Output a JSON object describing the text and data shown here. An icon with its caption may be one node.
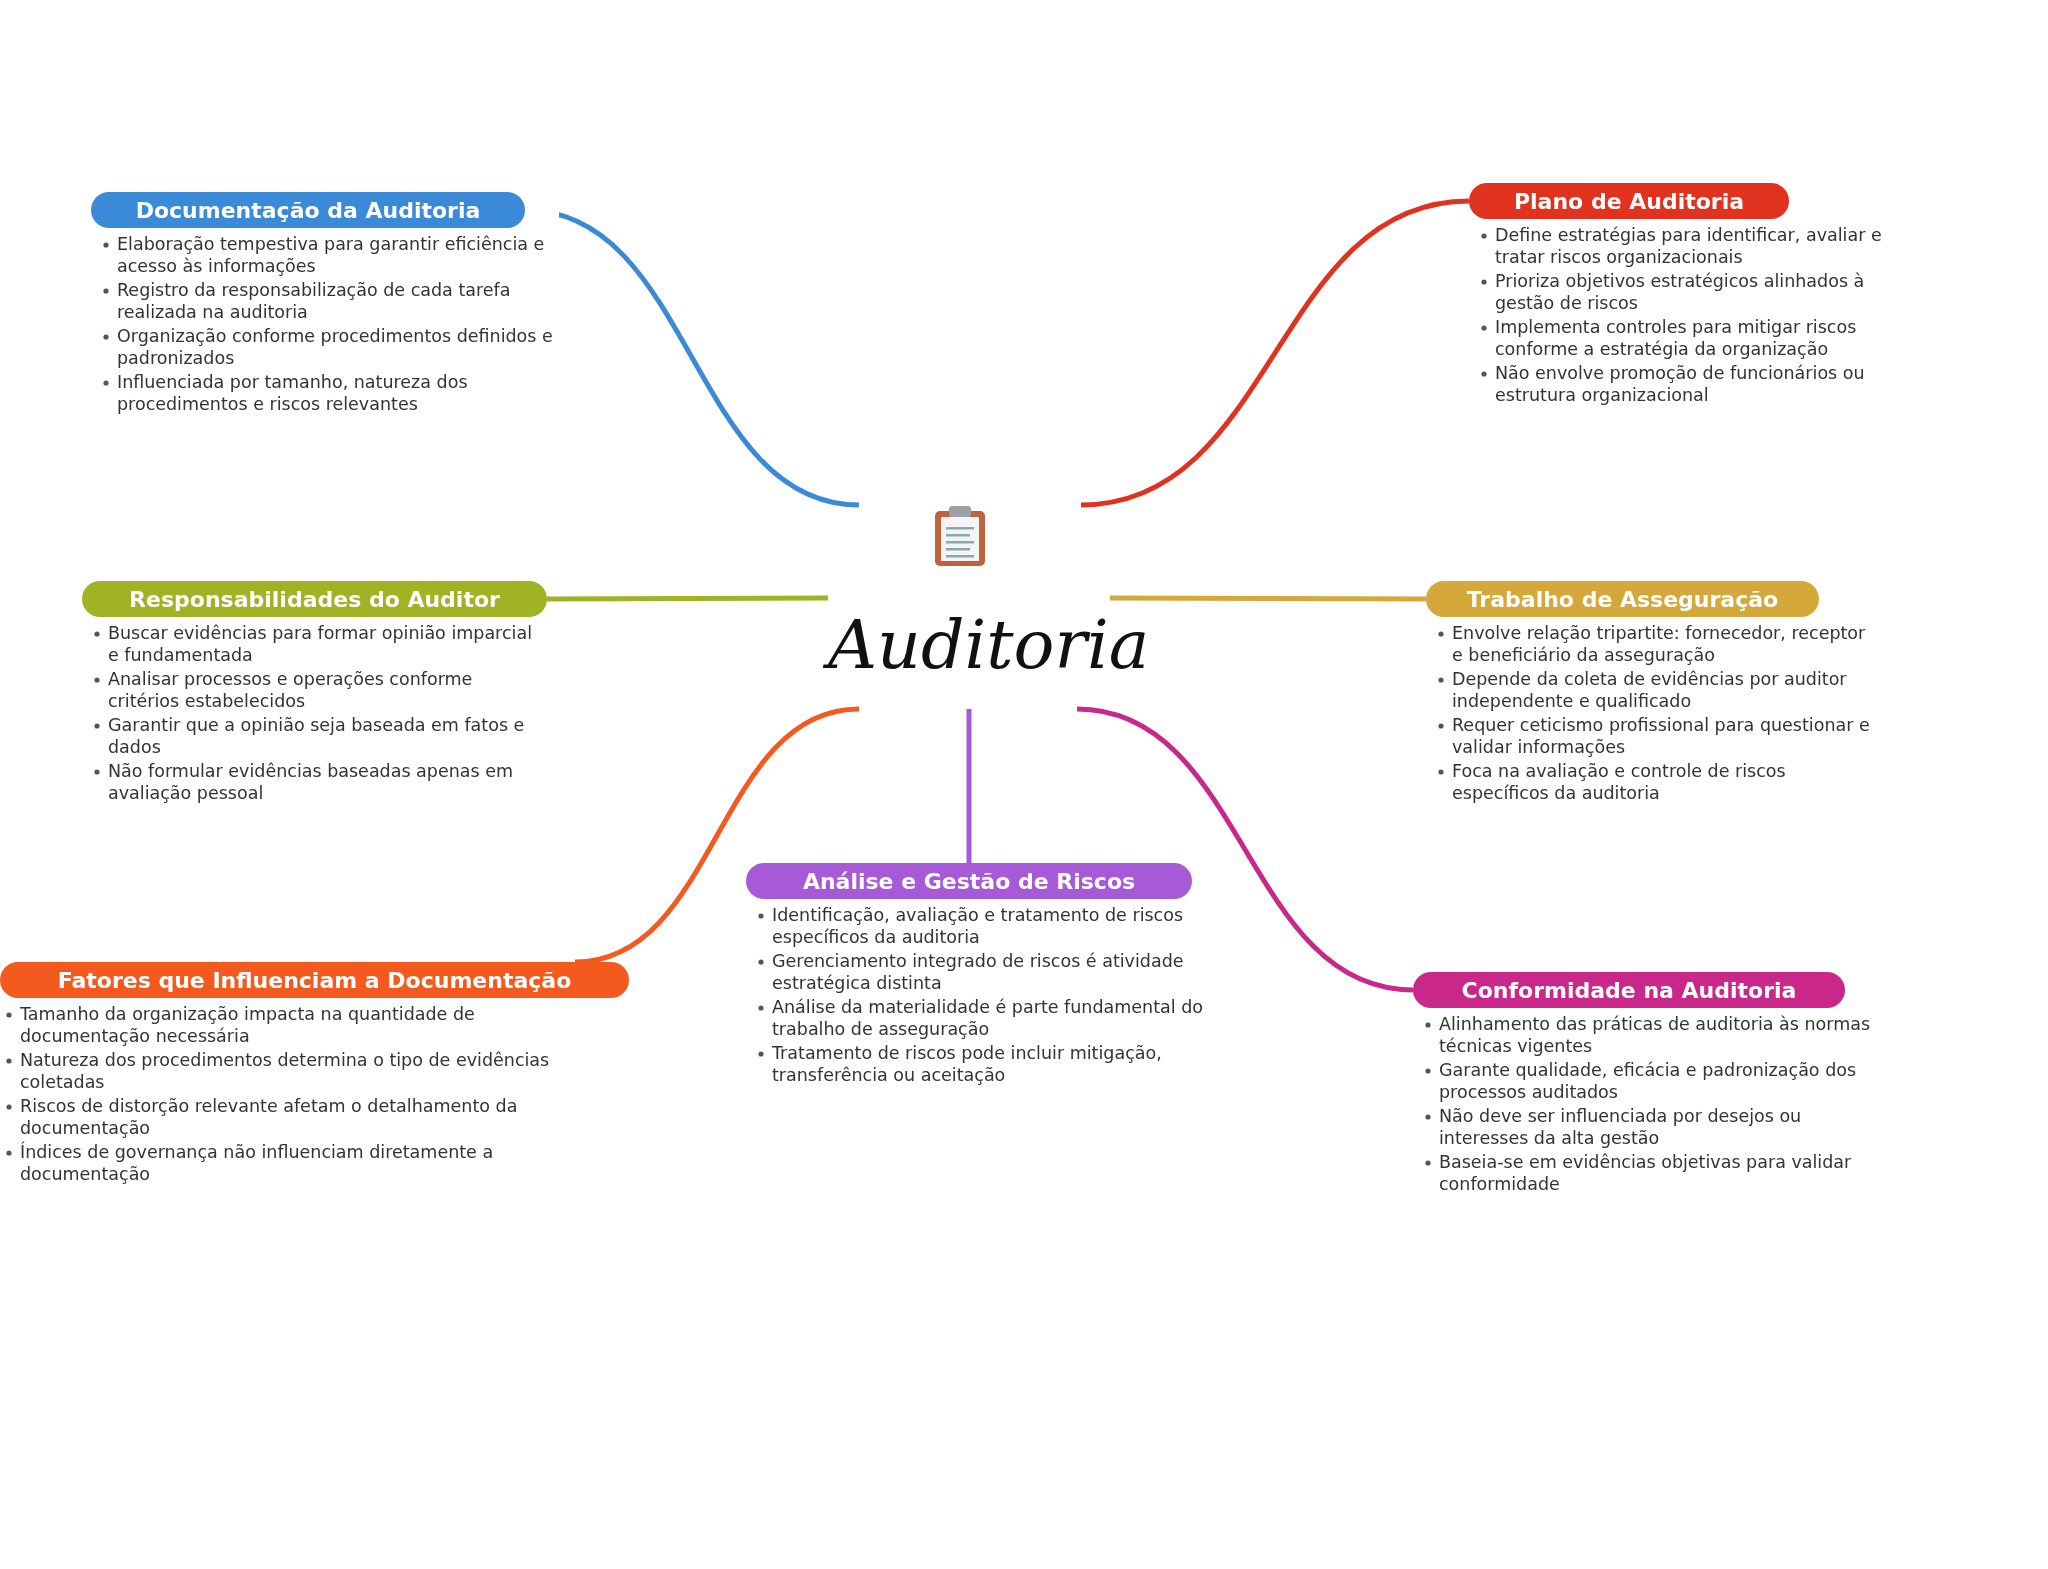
{
  "diagram": {
    "nodes": [
      {
        "text": [
          "Auditoria"
        ]
      },
      {
        "text": [
          "Documentação da Auditoria",
          "Elaboração tempestiva para garantir eficiência e acesso às informações",
          "Registro da responsabilização de cada tarefa realizada na auditoria",
          "Organização conforme procedimentos definidos e padronizados",
          "Influenciada por tamanho, natureza dos procedimentos e riscos relevantes"
        ]
      },
      {
        "text": [
          "Plano de Auditoria",
          "Define estratégias para identificar, avaliar e tratar riscos organizacionais",
          "Prioriza objetivos estratégicos alinhados à gestão de riscos",
          "Implementa controles para mitigar riscos conforme a estratégia da organização",
          "Não envolve promoção de funcionários ou estrutura organizacional"
        ]
      },
      {
        "text": [
          "Responsabilidades do Auditor",
          "Buscar evidências para formar opinião imparcial e fundamentada",
          "Analisar processos e operações conforme critérios estabelecidos",
          "Garantir que a opinião seja baseada em fatos e dados",
          "Não formular evidências baseadas apenas em avaliação pessoal"
        ]
      },
      {
        "text": [
          "Trabalho de Asseguração",
          "Envolve relação tripartite: fornecedor, receptor e beneficiário da asseguração",
          "Depende da coleta de evidências por auditor independente e qualificado",
          "Requer ceticismo profissional para questionar e validar informações",
          "Foca na avaliação e controle de riscos específicos da auditoria"
        ]
      },
      {
        "text": [
          "Fatores que Influenciam a Documentação",
          "Tamanho da organização impacta na quantidade de documentação necessária",
          "Natureza dos procedimentos determina o tipo de evidências coletadas",
          "Riscos de distorção relevante afetam o detalhamento da documentação",
          "Índices de governança não influenciam diretamente a documentação"
        ]
      },
      {
        "text": [
          "Análise e Gestão de Riscos",
          "Identificação, avaliação e tratamento de riscos específicos da auditoria",
          "Gerenciamento integrado de riscos é atividade estratégica distinta",
          "Análise da materialidade é parte fundamental do trabalho de asseguração",
          "Tratamento de riscos pode incluir mitigação, transferência ou aceitação"
        ]
      },
      {
        "text": [
          "Conformidade na Auditoria",
          "Alinhamento das práticas de auditoria às normas técnicas vigentes",
          "Garante qualidade, eficácia e padronização dos processos auditados",
          "Não deve ser influenciada por desejos ou interesses da alta gestão",
          "Baseia-se em evidências objetivas para validar conformidade"
        ]
      }
    ],
    "edges": [
      {
        "from": 0,
        "to": 1,
        "arrow": "none",
        "color": "#3a8ad8"
      },
      {
        "from": 0,
        "to": 2,
        "arrow": "none",
        "color": "#e0321e"
      },
      {
        "from": 0,
        "to": 3,
        "arrow": "none",
        "color": "#9fb324"
      },
      {
        "from": 0,
        "to": 4,
        "arrow": "none",
        "color": "#d4a83a"
      },
      {
        "from": 0,
        "to": 5,
        "arrow": "none",
        "color": "#f45a1e"
      },
      {
        "from": 0,
        "to": 6,
        "arrow": "none",
        "color": "#a75ad8"
      },
      {
        "from": 0,
        "to": 7,
        "arrow": "none",
        "color": "#c9288a"
      }
    ]
  }
}
